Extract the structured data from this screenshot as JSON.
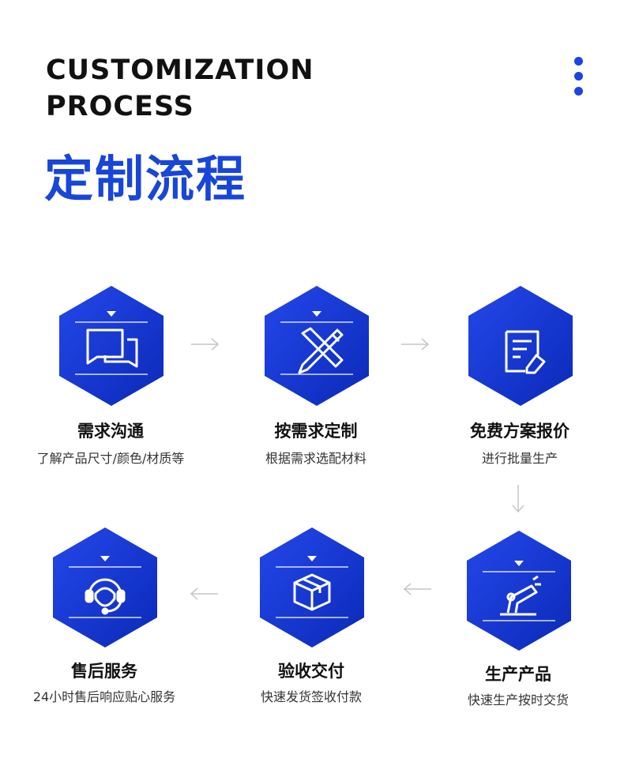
{
  "header": {
    "title_en_line1": "CUSTOMIZATION",
    "title_en_line2": "PROCESS",
    "title_cn": "定制流程"
  },
  "colors": {
    "accent": "#1746d8",
    "gradient_start": "#1a3fe0",
    "gradient_end": "#0f2dbf",
    "arrow": "#c6c6c6"
  },
  "steps": [
    {
      "label": "需求沟通",
      "desc": "了解产品尺寸/颜色/材质等",
      "icon": "chat-bubbles-icon"
    },
    {
      "label": "按需求定制",
      "desc": "根据需求选配材料",
      "icon": "pencil-ruler-icon"
    },
    {
      "label": "免费方案报价",
      "desc": "进行批量生产",
      "icon": "quote-document-icon"
    },
    {
      "label": "生产产品",
      "desc": "快速生产按时交货",
      "icon": "robot-arm-icon"
    },
    {
      "label": "验收交付",
      "desc": "快速发货签收付款",
      "icon": "package-box-icon"
    },
    {
      "label": "售后服务",
      "desc": "24小时售后响应贴心服务",
      "icon": "headset-agent-icon"
    }
  ]
}
